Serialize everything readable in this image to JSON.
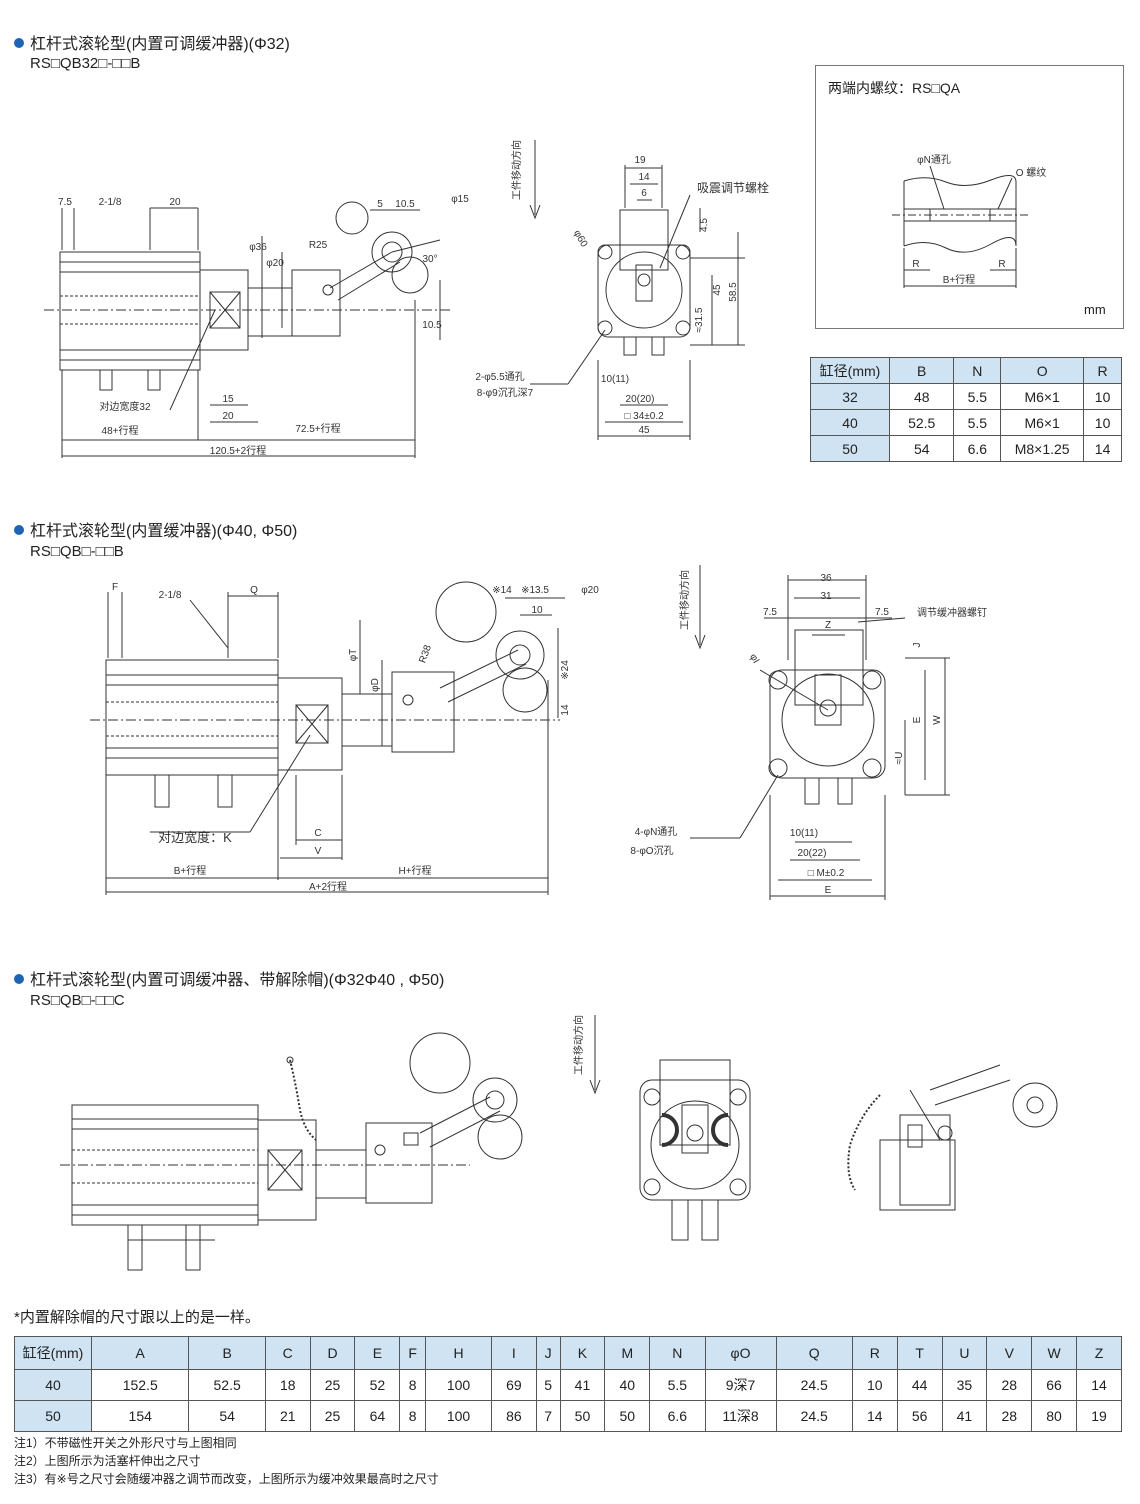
{
  "section1": {
    "title": "杠杆式滚轮型(内置可调缓冲器)(Φ32)",
    "model": "RS□QB32□-□□B",
    "side_labels": [
      "7.5",
      "2-1/8",
      "20",
      "φ36",
      "φ20",
      "5",
      "10.5",
      "φ15",
      "R25",
      "30°",
      "10.5",
      "15",
      "20",
      "对边宽度32",
      "48+行程",
      "72.5+行程",
      "120.5+2行程"
    ],
    "end_labels": [
      "19",
      "14",
      "6",
      "吸震调节螺栓",
      "φ60",
      "4.5",
      "58.5",
      "45",
      "≈31.5",
      "2-φ5.5通孔",
      "8-φ9沉孔深7",
      "10(11)",
      "20(20)",
      "□ 34±0.2",
      "45"
    ],
    "direction": "工件移动方向"
  },
  "thread_box": {
    "title": "两端内螺纹：RS□QA",
    "labels": [
      "φN通孔",
      "O 螺纹",
      "R",
      "R",
      "B+行程"
    ],
    "unit": "mm"
  },
  "table1": {
    "headers": [
      "缸径(mm)",
      "B",
      "N",
      "O",
      "R"
    ],
    "rows": [
      [
        "32",
        "48",
        "5.5",
        "M6×1",
        "10"
      ],
      [
        "40",
        "52.5",
        "5.5",
        "M6×1",
        "10"
      ],
      [
        "50",
        "54",
        "6.6",
        "M8×1.25",
        "14"
      ]
    ]
  },
  "section2": {
    "title": "杠杆式滚轮型(内置缓冲器)(Φ40, Φ50)",
    "model": "RS□QB□-□□B",
    "side_labels": [
      "F",
      "2-1/8",
      "Q",
      "φT",
      "φD",
      "R38",
      "※14",
      "※13.5",
      "φ20",
      "10",
      "※24",
      "14",
      "对边宽度：K",
      "C",
      "V",
      "B+行程",
      "H+行程",
      "A+2行程"
    ],
    "end_labels": [
      "36",
      "31",
      "7.5",
      "7.5",
      "Z",
      "调节缓冲器螺钉",
      "φI",
      "J",
      "E",
      "W",
      "≈U",
      "4-φN通孔",
      "8-φO沉孔",
      "10(11)",
      "20(22)",
      "□ M±0.2",
      "E"
    ],
    "direction": "工件移动方向"
  },
  "section3": {
    "title": "杠杆式滚轮型(内置可调缓冲器、带解除帽)(Φ32Φ40 , Φ50)",
    "model": "RS□QB□-□□C",
    "direction": "工件移动方向"
  },
  "table2": {
    "note": "*内置解除帽的尺寸跟以上的是一样。",
    "headers": [
      "缸径(mm)",
      "A",
      "B",
      "C",
      "D",
      "E",
      "F",
      "H",
      "I",
      "J",
      "K",
      "M",
      "N",
      "φO",
      "Q",
      "R",
      "T",
      "U",
      "V",
      "W",
      "Z"
    ],
    "rows": [
      [
        "40",
        "152.5",
        "52.5",
        "18",
        "25",
        "52",
        "8",
        "100",
        "69",
        "5",
        "41",
        "40",
        "5.5",
        "9深7",
        "24.5",
        "10",
        "44",
        "35",
        "28",
        "66",
        "14"
      ],
      [
        "50",
        "154",
        "54",
        "21",
        "25",
        "64",
        "8",
        "100",
        "86",
        "7",
        "50",
        "50",
        "6.6",
        "11深8",
        "24.5",
        "14",
        "56",
        "41",
        "28",
        "80",
        "19"
      ]
    ]
  },
  "notes": [
    "注1）不带磁性开关之外形尺寸与上图相同",
    "注2）上图所示为活塞杆伸出之尺寸",
    "注3）有※号之尺寸会随缓冲器之调节而改变，上图所示为缓冲效果最高时之尺寸"
  ],
  "colors": {
    "bullet": "#1f63b5",
    "table_header": "#cfe3f3",
    "line": "#333333"
  }
}
